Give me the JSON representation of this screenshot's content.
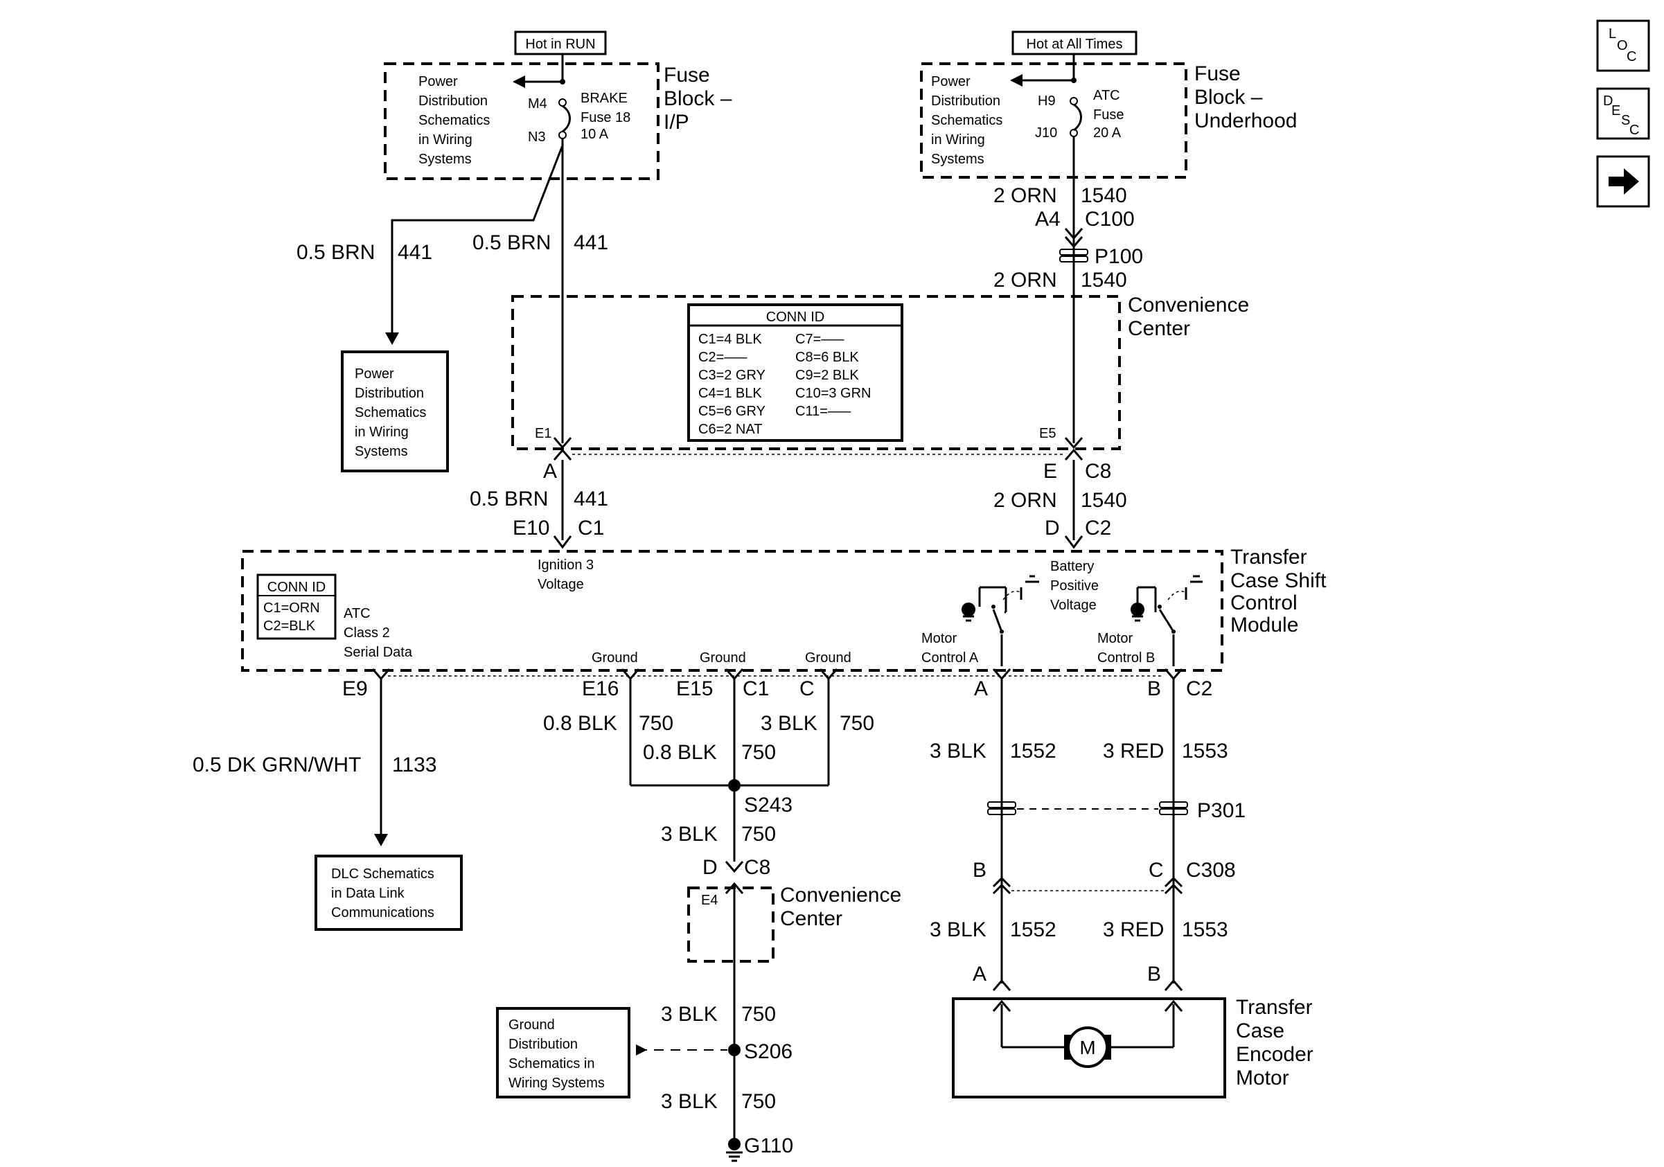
{
  "nav": {
    "loc": {
      "l": "L",
      "o": "O",
      "c": "C"
    },
    "desc": {
      "d": "D",
      "e": "E",
      "s": "S",
      "c": "C"
    }
  },
  "tags": {
    "hot_run": "Hot in RUN",
    "hot_all": "Hot at All Times"
  },
  "fuse_ip": {
    "title_1": "Fuse",
    "title_2": "Block –",
    "title_3": "I/P",
    "ref": [
      "Power",
      "Distribution",
      "Schematics",
      "in Wiring",
      "Systems"
    ],
    "pin_top": "M4",
    "pin_bot": "N3",
    "fuse": [
      "BRAKE",
      "Fuse 18",
      "10 A"
    ]
  },
  "fuse_uh": {
    "title_1": "Fuse",
    "title_2": "Block –",
    "title_3": "Underhood",
    "ref": [
      "Power",
      "Distribution",
      "Schematics",
      "in Wiring",
      "Systems"
    ],
    "pin_top": "H9",
    "pin_bot": "J10",
    "fuse": [
      "ATC",
      "Fuse",
      "20 A"
    ]
  },
  "wires": {
    "brn_left_gauge": "0.5 BRN",
    "brn_left_circ": "441",
    "brn_gauge": "0.5 BRN",
    "brn_circ": "441",
    "orn1_gauge": "2 ORN",
    "orn1_circ": "1540",
    "orn2_gauge": "2 ORN",
    "orn2_circ": "1540",
    "brn2_gauge": "0.5 BRN",
    "brn2_circ": "441",
    "orn3_gauge": "2 ORN",
    "orn3_circ": "1540",
    "dk_gauge": "0.5 DK GRN/WHT",
    "dk_circ": "1133",
    "blk_a_gauge": "0.8 BLK",
    "blk_a_circ": "750",
    "blk_b_gauge": "0.8 BLK",
    "blk_b_circ": "750",
    "blk_c_gauge": "3 BLK",
    "blk_c_circ": "750",
    "blk_d_gauge": "3 BLK",
    "blk_d_circ": "750",
    "blk_e_gauge": "3 BLK",
    "blk_e_circ": "750",
    "blk_f_gauge": "3 BLK",
    "blk_f_circ": "750",
    "m1_gauge": "3 BLK",
    "m1_circ": "1552",
    "m2_gauge": "3 RED",
    "m2_circ": "1553",
    "m3_gauge": "3 BLK",
    "m3_circ": "1552",
    "m4_gauge": "3 RED",
    "m4_circ": "1553"
  },
  "connectors": {
    "a4": "A4",
    "c100": "C100",
    "p100": "P100",
    "e1": "E1",
    "e5": "E5",
    "a": "A",
    "e": "E",
    "c8": "C8",
    "e10": "E10",
    "c1": "C1",
    "d": "D",
    "c2": "C2",
    "e9": "E9",
    "e16": "E16",
    "e15": "E15",
    "c1b": "C1",
    "c": "C",
    "ma": "A",
    "mb": "B",
    "mc2": "C2",
    "s243": "S243",
    "d2": "D",
    "c8b": "C8",
    "e4": "E4",
    "p301": "P301",
    "b": "B",
    "cc": "C",
    "c308": "C308",
    "ea": "A",
    "eb": "B",
    "s206": "S206",
    "g110": "G110"
  },
  "ref_pdist": [
    "Power",
    "Distribution",
    "Schematics",
    "in Wiring",
    "Systems"
  ],
  "ref_dlc": [
    "DLC Schematics",
    "in Data Link",
    "Communications"
  ],
  "ref_gnd": [
    "Ground",
    "Distribution",
    "Schematics in",
    "Wiring Systems"
  ],
  "conv_center": {
    "title_1": "Convenience",
    "title_2": "Center",
    "conn_id_title": "CONN ID",
    "conn_id_left": [
      "C1=4 BLK",
      "C2=–––",
      "C3=2 GRY",
      "C4=1 BLK",
      "C5=6 GRY",
      "C6=2 NAT"
    ],
    "conn_id_right": [
      "C7=–––",
      "C8=6 BLK",
      "C9=2 BLK",
      "C10=3 GRN",
      "C11=–––"
    ]
  },
  "conv_center2": {
    "title_1": "Convenience",
    "title_2": "Center"
  },
  "tcscm": {
    "title": [
      "Transfer",
      "Case Shift",
      "Control",
      "Module"
    ],
    "conn_id_title": "CONN ID",
    "conn_id": [
      "C1=ORN",
      "C2=BLK"
    ],
    "serial": [
      "ATC",
      "Class 2",
      "Serial Data"
    ],
    "ign": [
      "Ignition 3",
      "Voltage"
    ],
    "batt": [
      "Battery",
      "Positive",
      "Voltage"
    ],
    "mca": [
      "Motor",
      "Control A"
    ],
    "mcb": [
      "Motor",
      "Control B"
    ],
    "gnd1": "Ground",
    "gnd2": "Ground",
    "gnd3": "Ground"
  },
  "motor": {
    "title": [
      "Transfer",
      "Case",
      "Encoder",
      "Motor"
    ],
    "symbol": "M"
  }
}
